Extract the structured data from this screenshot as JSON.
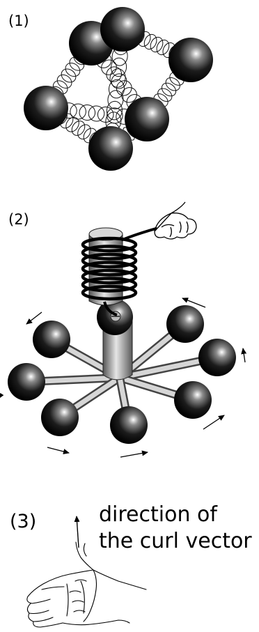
{
  "panels": [
    {
      "label": "(1)"
    },
    {
      "label": "(2)"
    },
    {
      "label": "(3)"
    }
  ],
  "caption": {
    "line1": "direction of",
    "line2": "the curl vector"
  }
}
